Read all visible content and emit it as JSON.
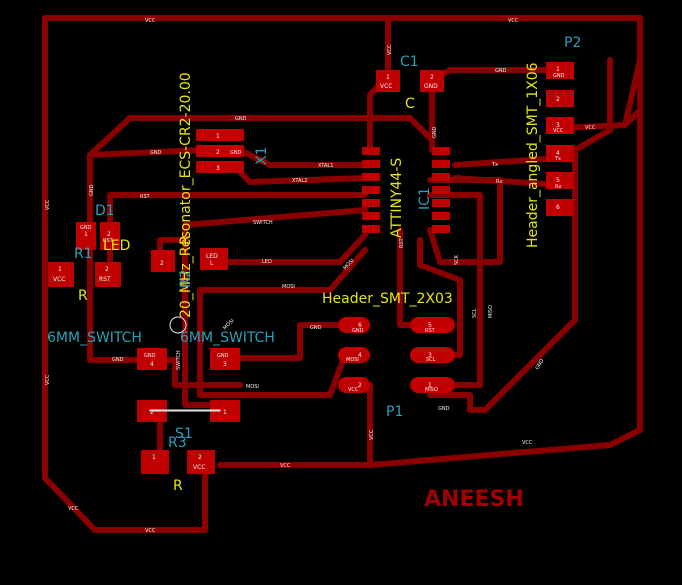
{
  "components": {
    "c1": {
      "ref": "C1",
      "value": "C",
      "pads": [
        "1",
        "2"
      ],
      "nets": [
        "VCC",
        "GND"
      ]
    },
    "p2": {
      "ref": "P2",
      "value": "Header_angled_SMT_1X06",
      "pads": [
        "1",
        "2",
        "3",
        "4",
        "5",
        "6"
      ],
      "nets": [
        "GND",
        "VCC",
        "Tx",
        "Rx"
      ]
    },
    "x1": {
      "ref": "X1",
      "value": "20_MHz_Resonator_ECS-CR2-20.00",
      "pads": [
        "1",
        "2",
        "3"
      ],
      "nets": [
        "GND",
        "XTAL1",
        "XTAL2"
      ]
    },
    "ic1": {
      "ref": "IC1",
      "value": "ATTINY44-S"
    },
    "d1": {
      "ref": "D1",
      "value": "LED",
      "pads": [
        "1",
        "2",
        "L"
      ],
      "nets": [
        "GND",
        "RST"
      ]
    },
    "r1": {
      "ref": "R1",
      "value": "R",
      "pads": [
        "1",
        "2"
      ],
      "nets": [
        "VCC",
        "RST"
      ]
    },
    "r2": {
      "ref": "R2",
      "value": "R",
      "pads": [
        "2",
        "L"
      ],
      "nets": [
        "LED"
      ]
    },
    "sw": {
      "ref": "S1",
      "value": "6MM_SWITCH",
      "value2": "6MM_SWITCH",
      "pads": [
        "4",
        "3",
        "2",
        "1"
      ],
      "nets": [
        "GND",
        "GND",
        "SWITCH"
      ]
    },
    "p1": {
      "ref": "P1",
      "value": "Header_SMT_2X03",
      "pads": [
        "6",
        "4",
        "2",
        "5",
        "3",
        "1"
      ],
      "nets": [
        "GND",
        "MOSI",
        "VCC",
        "RST",
        "SCL",
        "MISO"
      ]
    },
    "r3": {
      "ref": "R3",
      "value": "R",
      "pads": [
        "1",
        "2"
      ],
      "nets": [
        "VCC"
      ]
    }
  },
  "nets": {
    "vcc": "VCC",
    "gnd": "GND",
    "rst": "RST",
    "switch": "SWITCH",
    "led": "LED",
    "mosi": "MOSI",
    "miso": "MISO",
    "sck": "SCK",
    "scl": "SCL",
    "xtal1": "XTAL1",
    "xtal2": "XTAL2",
    "tx": "Tx",
    "rx": "Rx"
  },
  "author": "ANEESH",
  "colors": {
    "background": "#000000",
    "trace": "#8a0000",
    "pad": "#c00000",
    "reference": "#2aa0b8",
    "value": "#e6e60a",
    "author": "#a00000"
  }
}
